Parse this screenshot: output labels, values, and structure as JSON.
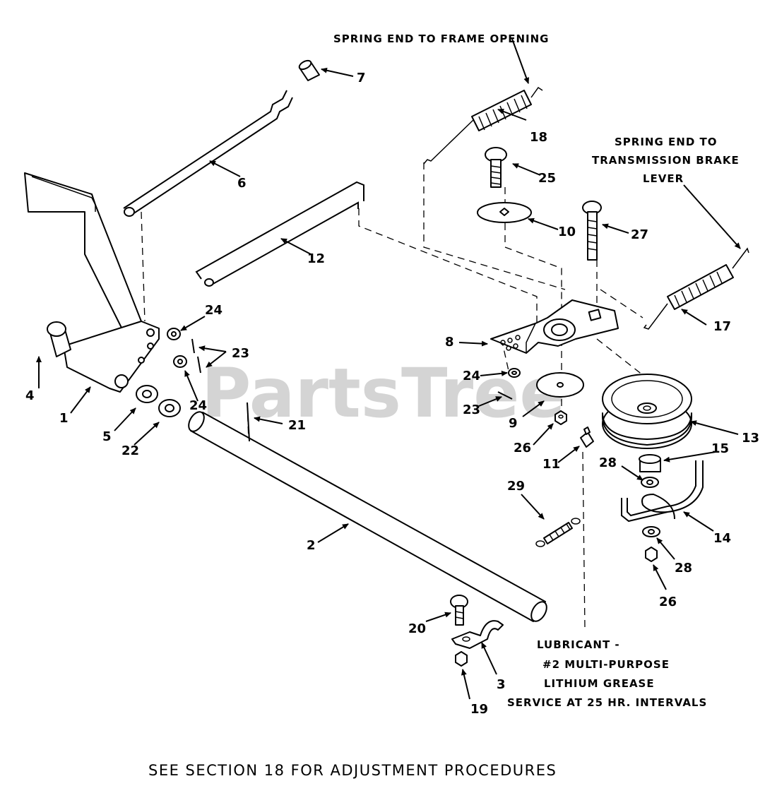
{
  "watermark": "PartsTree",
  "notes": {
    "spring_frame": "SPRING END TO FRAME OPENING",
    "spring_trans_1": "SPRING END TO",
    "spring_trans_2": "TRANSMISSION BRAKE",
    "spring_trans_3": "LEVER",
    "lube_1": "LUBRICANT -",
    "lube_2": "#2 MULTI-PURPOSE",
    "lube_3": "LITHIUM GREASE",
    "lube_4": "SERVICE AT 25 HR. INTERVALS"
  },
  "footer": "SEE SECTION 18 FOR ADJUSTMENT PROCEDURES",
  "callouts": {
    "c1": "1",
    "c2": "2",
    "c3": "3",
    "c4": "4",
    "c5": "5",
    "c6": "6",
    "c7": "7",
    "c8": "8",
    "c9": "9",
    "c10": "10",
    "c11": "11",
    "c12": "12",
    "c13": "13",
    "c14": "14",
    "c15": "15",
    "c17": "17",
    "c18": "18",
    "c19": "19",
    "c20": "20",
    "c21": "21",
    "c22": "22",
    "c23a": "23",
    "c23b": "23",
    "c24a": "24",
    "c24b": "24",
    "c24c": "24",
    "c25": "25",
    "c26a": "26",
    "c26b": "26",
    "c27": "27",
    "c28a": "28",
    "c28b": "28",
    "c29": "29"
  }
}
